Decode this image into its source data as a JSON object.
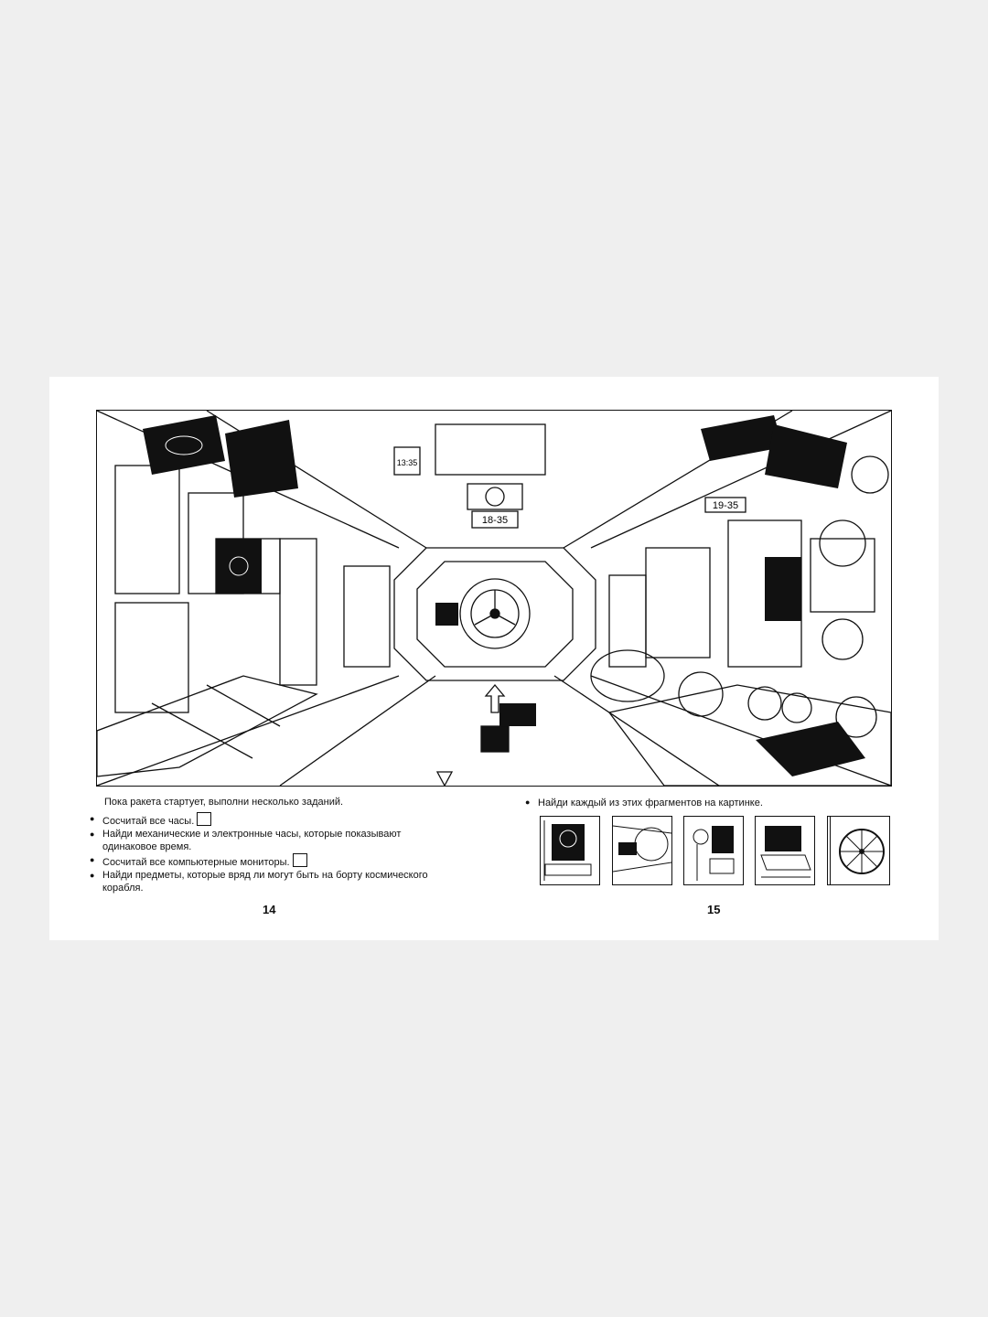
{
  "left_page": {
    "intro": "Пока ракета стартует, выполни несколько заданий.",
    "tasks": [
      "Сосчитай все часы.",
      "Найди механические и электронные часы, которые показывают одинаковое время.",
      "Сосчитай все компьютерные мониторы.",
      "Найди предметы, которые вряд ли могут быть на борту космического корабля."
    ],
    "page_number": "14"
  },
  "right_page": {
    "task": "Найди каждый из этих фрагментов на картинке.",
    "page_number": "15"
  },
  "illustration": {
    "clock_center": "18-35",
    "clock_right": "19-35",
    "clock_left": "13:35"
  },
  "fragments": [
    "astronaut-monitor-icon",
    "porthole-corridor-icon",
    "astronaut-panel-icon",
    "laptop-icon",
    "round-tray-icon",
    "bicycle-wheel-icon"
  ]
}
